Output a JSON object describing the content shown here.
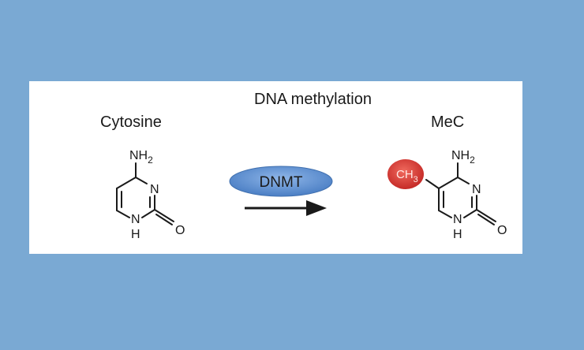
{
  "diagram": {
    "title": "DNA methylation",
    "reactant": {
      "name": "Cytosine",
      "amine": {
        "main": "NH",
        "sub": "2"
      },
      "ring_n": "N",
      "ring_nh": {
        "n": "N",
        "h": "H"
      },
      "carbonyl_o": "O"
    },
    "enzyme": {
      "label": "DNMT",
      "color": "#5b8fd0"
    },
    "product": {
      "name": "MeC",
      "methyl": {
        "main": "CH",
        "sub": "3",
        "color": "#d8393a"
      },
      "amine": {
        "main": "NH",
        "sub": "2"
      },
      "ring_n": "N",
      "ring_nh": {
        "n": "N",
        "h": "H"
      },
      "carbonyl_o": "O"
    }
  }
}
